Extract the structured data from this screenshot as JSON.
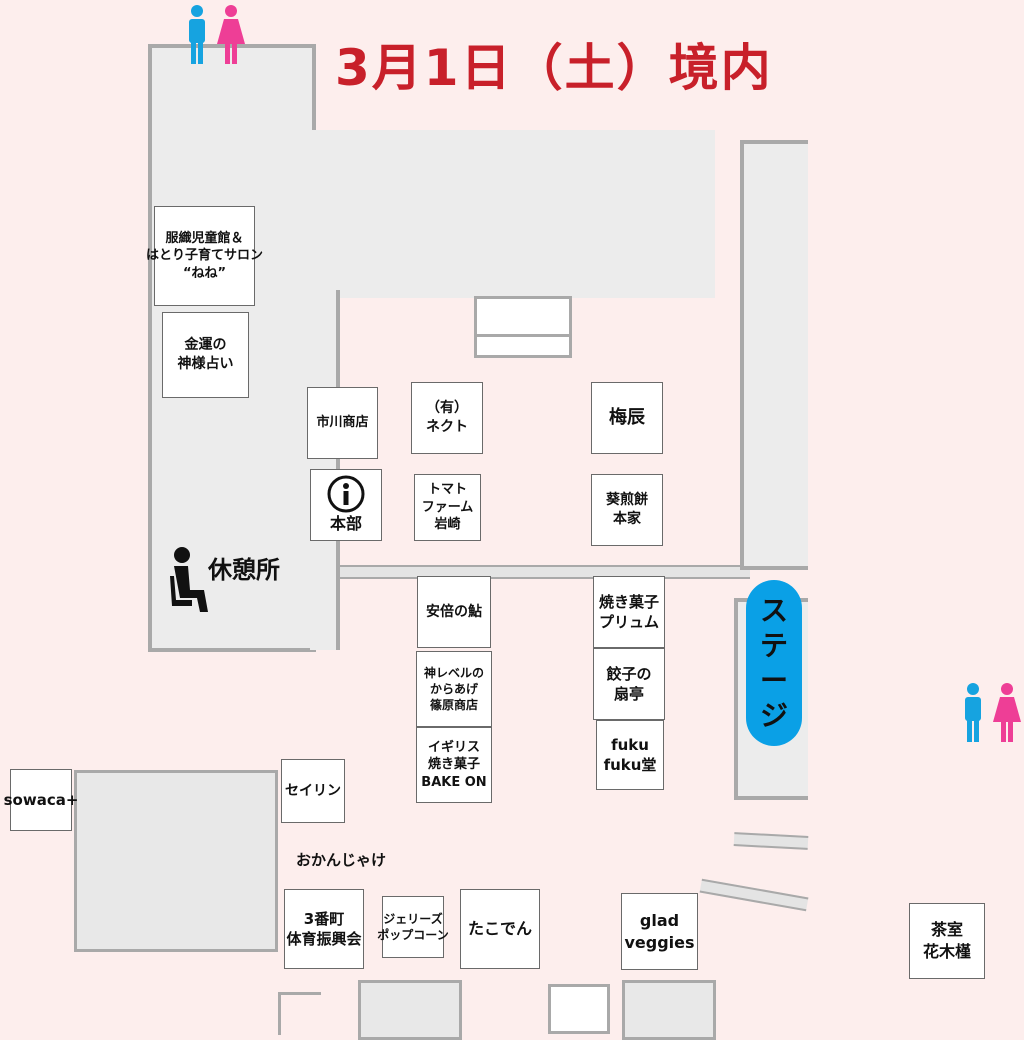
{
  "title": "3月1日（土）境内",
  "colors": {
    "title": "#c8202a",
    "background": "#fdeeed",
    "stage": "#0aa0e6",
    "toilet_male": "#16a3e0",
    "toilet_female": "#ee3e96"
  },
  "icons": [
    "restroom-icon",
    "information-icon",
    "rest-area-icon"
  ],
  "labels": {
    "rest_area": "休憩所",
    "okanjayake": "おかんじゃけ"
  },
  "stage": {
    "label": "ステージ",
    "chars": [
      "ス",
      "テ",
      "ー",
      "ジ"
    ]
  },
  "honbu": {
    "icon": "i",
    "label": "本部"
  },
  "booths": {
    "hattori": [
      "服織児童館＆",
      "はとり子育てサロン",
      "“ねね”"
    ],
    "kinun": [
      "金運の",
      "神様占い"
    ],
    "ichikawa": [
      "市川商店"
    ],
    "nekuto": [
      "（有）",
      "ネクト"
    ],
    "umetatsu": [
      "梅辰"
    ],
    "tomato": [
      "トマト",
      "ファーム",
      "岩崎"
    ],
    "aoi": [
      "葵煎餅",
      "本家"
    ],
    "abe": [
      "安倍の鮎"
    ],
    "plum": [
      "焼き菓子",
      "プリュム"
    ],
    "gyoza": [
      "餃子の",
      "扇亭"
    ],
    "karaage": [
      "神レベルの",
      "からあげ",
      "篠原商店"
    ],
    "bakeon": [
      "イギリス",
      "焼き菓子",
      "BAKE ON"
    ],
    "fukufuku": [
      "fuku",
      "fuku堂"
    ],
    "sowaca": [
      "sowaca+"
    ],
    "seirin": [
      "セイリン"
    ],
    "sanban": [
      "3番町",
      "体育振興会"
    ],
    "jellys": [
      "ジェリーズ",
      "ポップコーン"
    ],
    "takoden": [
      "たこでん"
    ],
    "glad": [
      "glad",
      "veggies"
    ],
    "chashitsu": [
      "茶室",
      "花木槿"
    ]
  }
}
